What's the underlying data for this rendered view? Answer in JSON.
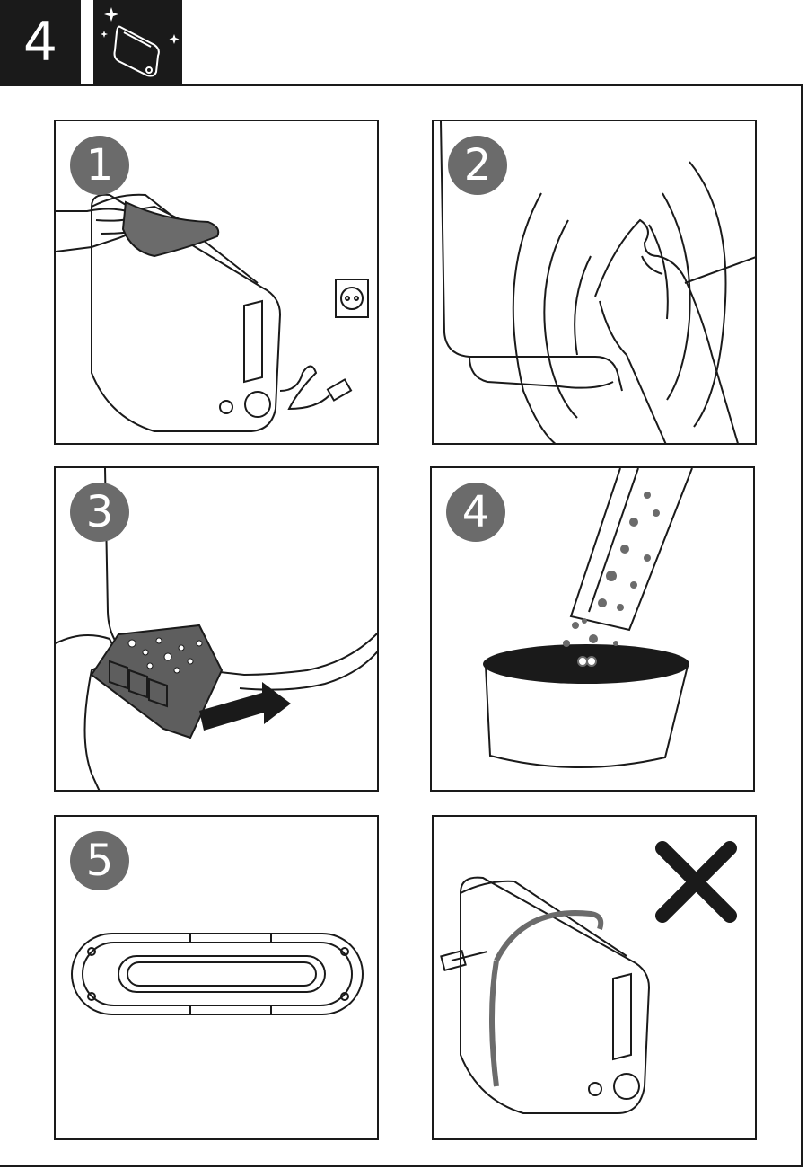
{
  "header": {
    "section_number": "4",
    "icon": "toaster-cleaning-icon"
  },
  "steps": [
    {
      "number": "1",
      "icon": "wipe-toaster-with-cloth-icon"
    },
    {
      "number": "2",
      "icon": "hand-touch-hot-surface-icon"
    },
    {
      "number": "3",
      "icon": "remove-crumb-tray-icon"
    },
    {
      "number": "4",
      "icon": "empty-crumb-tray-icon"
    },
    {
      "number": "5",
      "icon": "crumb-tray-top-view-icon"
    },
    {
      "number": "",
      "icon": "do-not-wrap-cord-icon"
    }
  ],
  "colors": {
    "dark": "#1a1a1a",
    "badge": "#6b6b6b",
    "tray": "#5e5e5e"
  }
}
